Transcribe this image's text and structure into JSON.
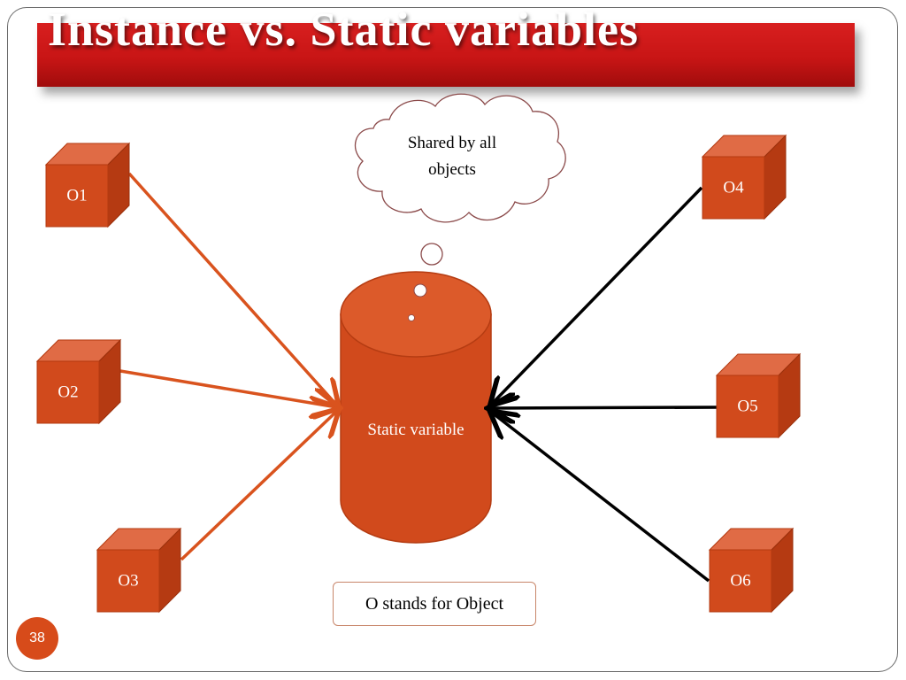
{
  "slide": {
    "title": "Instance vs. Static variables",
    "slide_number": "38"
  },
  "diagram": {
    "objects": [
      "O1",
      "O2",
      "O3",
      "O4",
      "O5",
      "O6"
    ],
    "static_variable_label": "Static variable",
    "thought_bubble_text": "Shared by all objects",
    "legend_text": "O stands for Object"
  },
  "colors": {
    "title_bar": "#c81515",
    "shape_fill": "#d14a1c",
    "left_arrows": "#d9531e",
    "right_arrows": "#000000"
  }
}
